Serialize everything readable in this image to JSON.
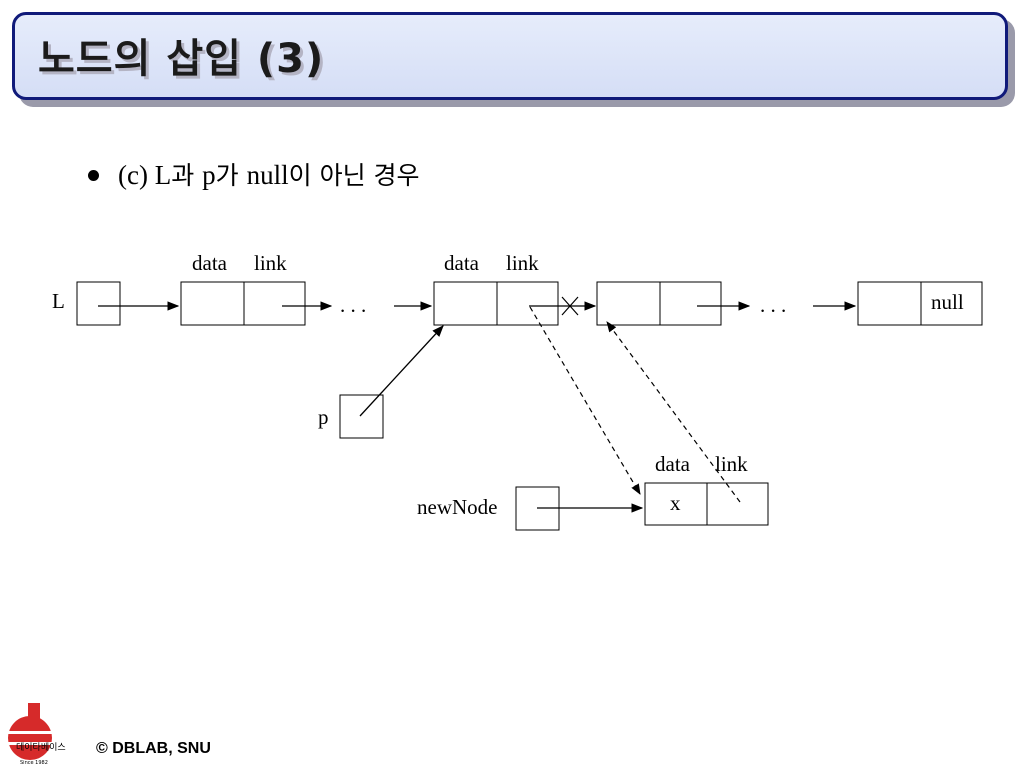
{
  "slide": {
    "title": "노드의 삽입 (3)"
  },
  "bullet": {
    "parts": [
      "(c) L",
      "과 ",
      "p",
      "가 ",
      "null",
      "이 아닌 경우"
    ]
  },
  "diagram": {
    "field_data": "data",
    "field_link": "link",
    "label_L": "L",
    "label_p": "p",
    "label_newnode": "newNode",
    "value_x": "x",
    "value_null": "null",
    "ellipsis": ". . ."
  },
  "footer": {
    "copyright": "© DBLAB, SNU",
    "logo_text": "데이타베이스",
    "logo_since": "Since 1982"
  }
}
